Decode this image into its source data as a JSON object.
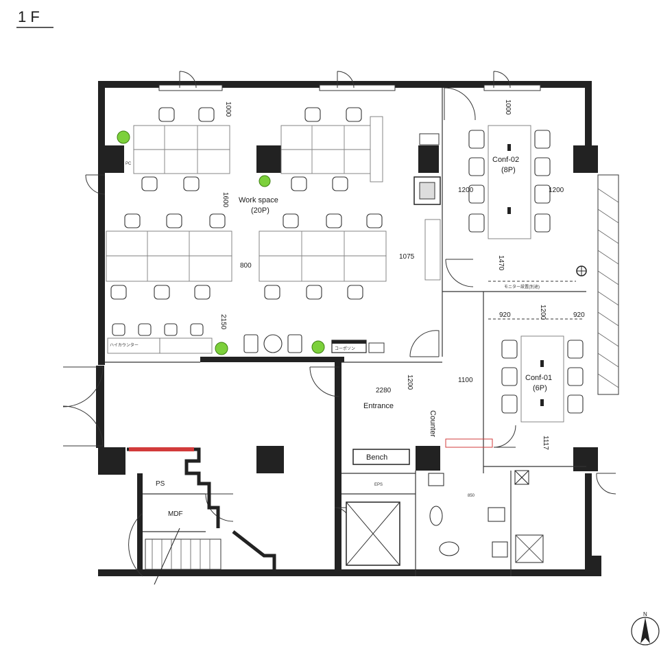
{
  "floor_label": "1 F",
  "rooms": {
    "work_space": "Work space",
    "work_space_cap": "(20P)",
    "conf_02": "Conf-02",
    "conf_02_cap": "(8P)",
    "conf_01": "Conf-01",
    "conf_01_cap": "(6P)",
    "entrance": "Entrance",
    "counter": "Counter",
    "bench": "Bench",
    "ps_left": "PS",
    "mdf": "MDF",
    "eps": "EPS",
    "pc": "PC"
  },
  "dimensions": {
    "d1000_top_left": "1000",
    "d1000_top_right": "1000",
    "d1600": "1600",
    "d800": "800",
    "d1075": "1075",
    "d2150": "2150",
    "d1200_left": "1200",
    "d1200_right": "1200",
    "d1470": "1470",
    "d920_left": "920",
    "d920_right": "920",
    "d1200_conf01": "1200",
    "d2280": "2280",
    "d1200_entr": "1200",
    "d1100": "1100",
    "d1117": "1117",
    "d850": "850"
  },
  "notes": {
    "monitor_note": "モニター設置(別途)",
    "highcounter": "ハイカウンター",
    "copier": "コーポソン"
  },
  "compass": {
    "north": "N"
  },
  "colors": {
    "wall": "#222222",
    "plant": "#7cd03b",
    "red_marker": "#d23b3b"
  }
}
